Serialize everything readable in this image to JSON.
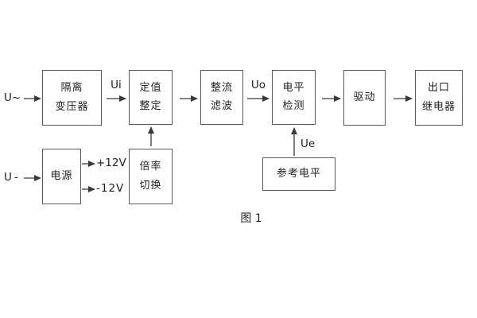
{
  "diagram": {
    "caption": "图 1",
    "blocks": [
      {
        "name": "isolation-transformer",
        "lines": [
          "隔离",
          "变压器"
        ]
      },
      {
        "name": "setting-adjust",
        "lines": [
          "定值",
          "整定"
        ]
      },
      {
        "name": "rectifier-filter",
        "lines": [
          "整流",
          "滤波"
        ]
      },
      {
        "name": "level-detect",
        "lines": [
          "电平",
          "检测"
        ]
      },
      {
        "name": "drive",
        "lines": [
          "驱动"
        ]
      },
      {
        "name": "output-relay",
        "lines": [
          "出口",
          "继电器"
        ]
      },
      {
        "name": "power-supply",
        "lines": [
          "电源"
        ]
      },
      {
        "name": "ratio-switch",
        "lines": [
          "倍率",
          "切换"
        ]
      },
      {
        "name": "reference-level",
        "lines": [
          "参考电平"
        ]
      }
    ],
    "signal_labels": {
      "ac_input": "U~",
      "dc_input": "U-",
      "ui": "Ui",
      "uo": "Uo",
      "ue": "Ue",
      "plus_12v": "+12V",
      "minus_12v": "-12V"
    },
    "colors": {
      "background": "#ffffff",
      "box_border": "#595959",
      "text": "#1f1f1f",
      "wire": "#3a3a3a"
    }
  }
}
